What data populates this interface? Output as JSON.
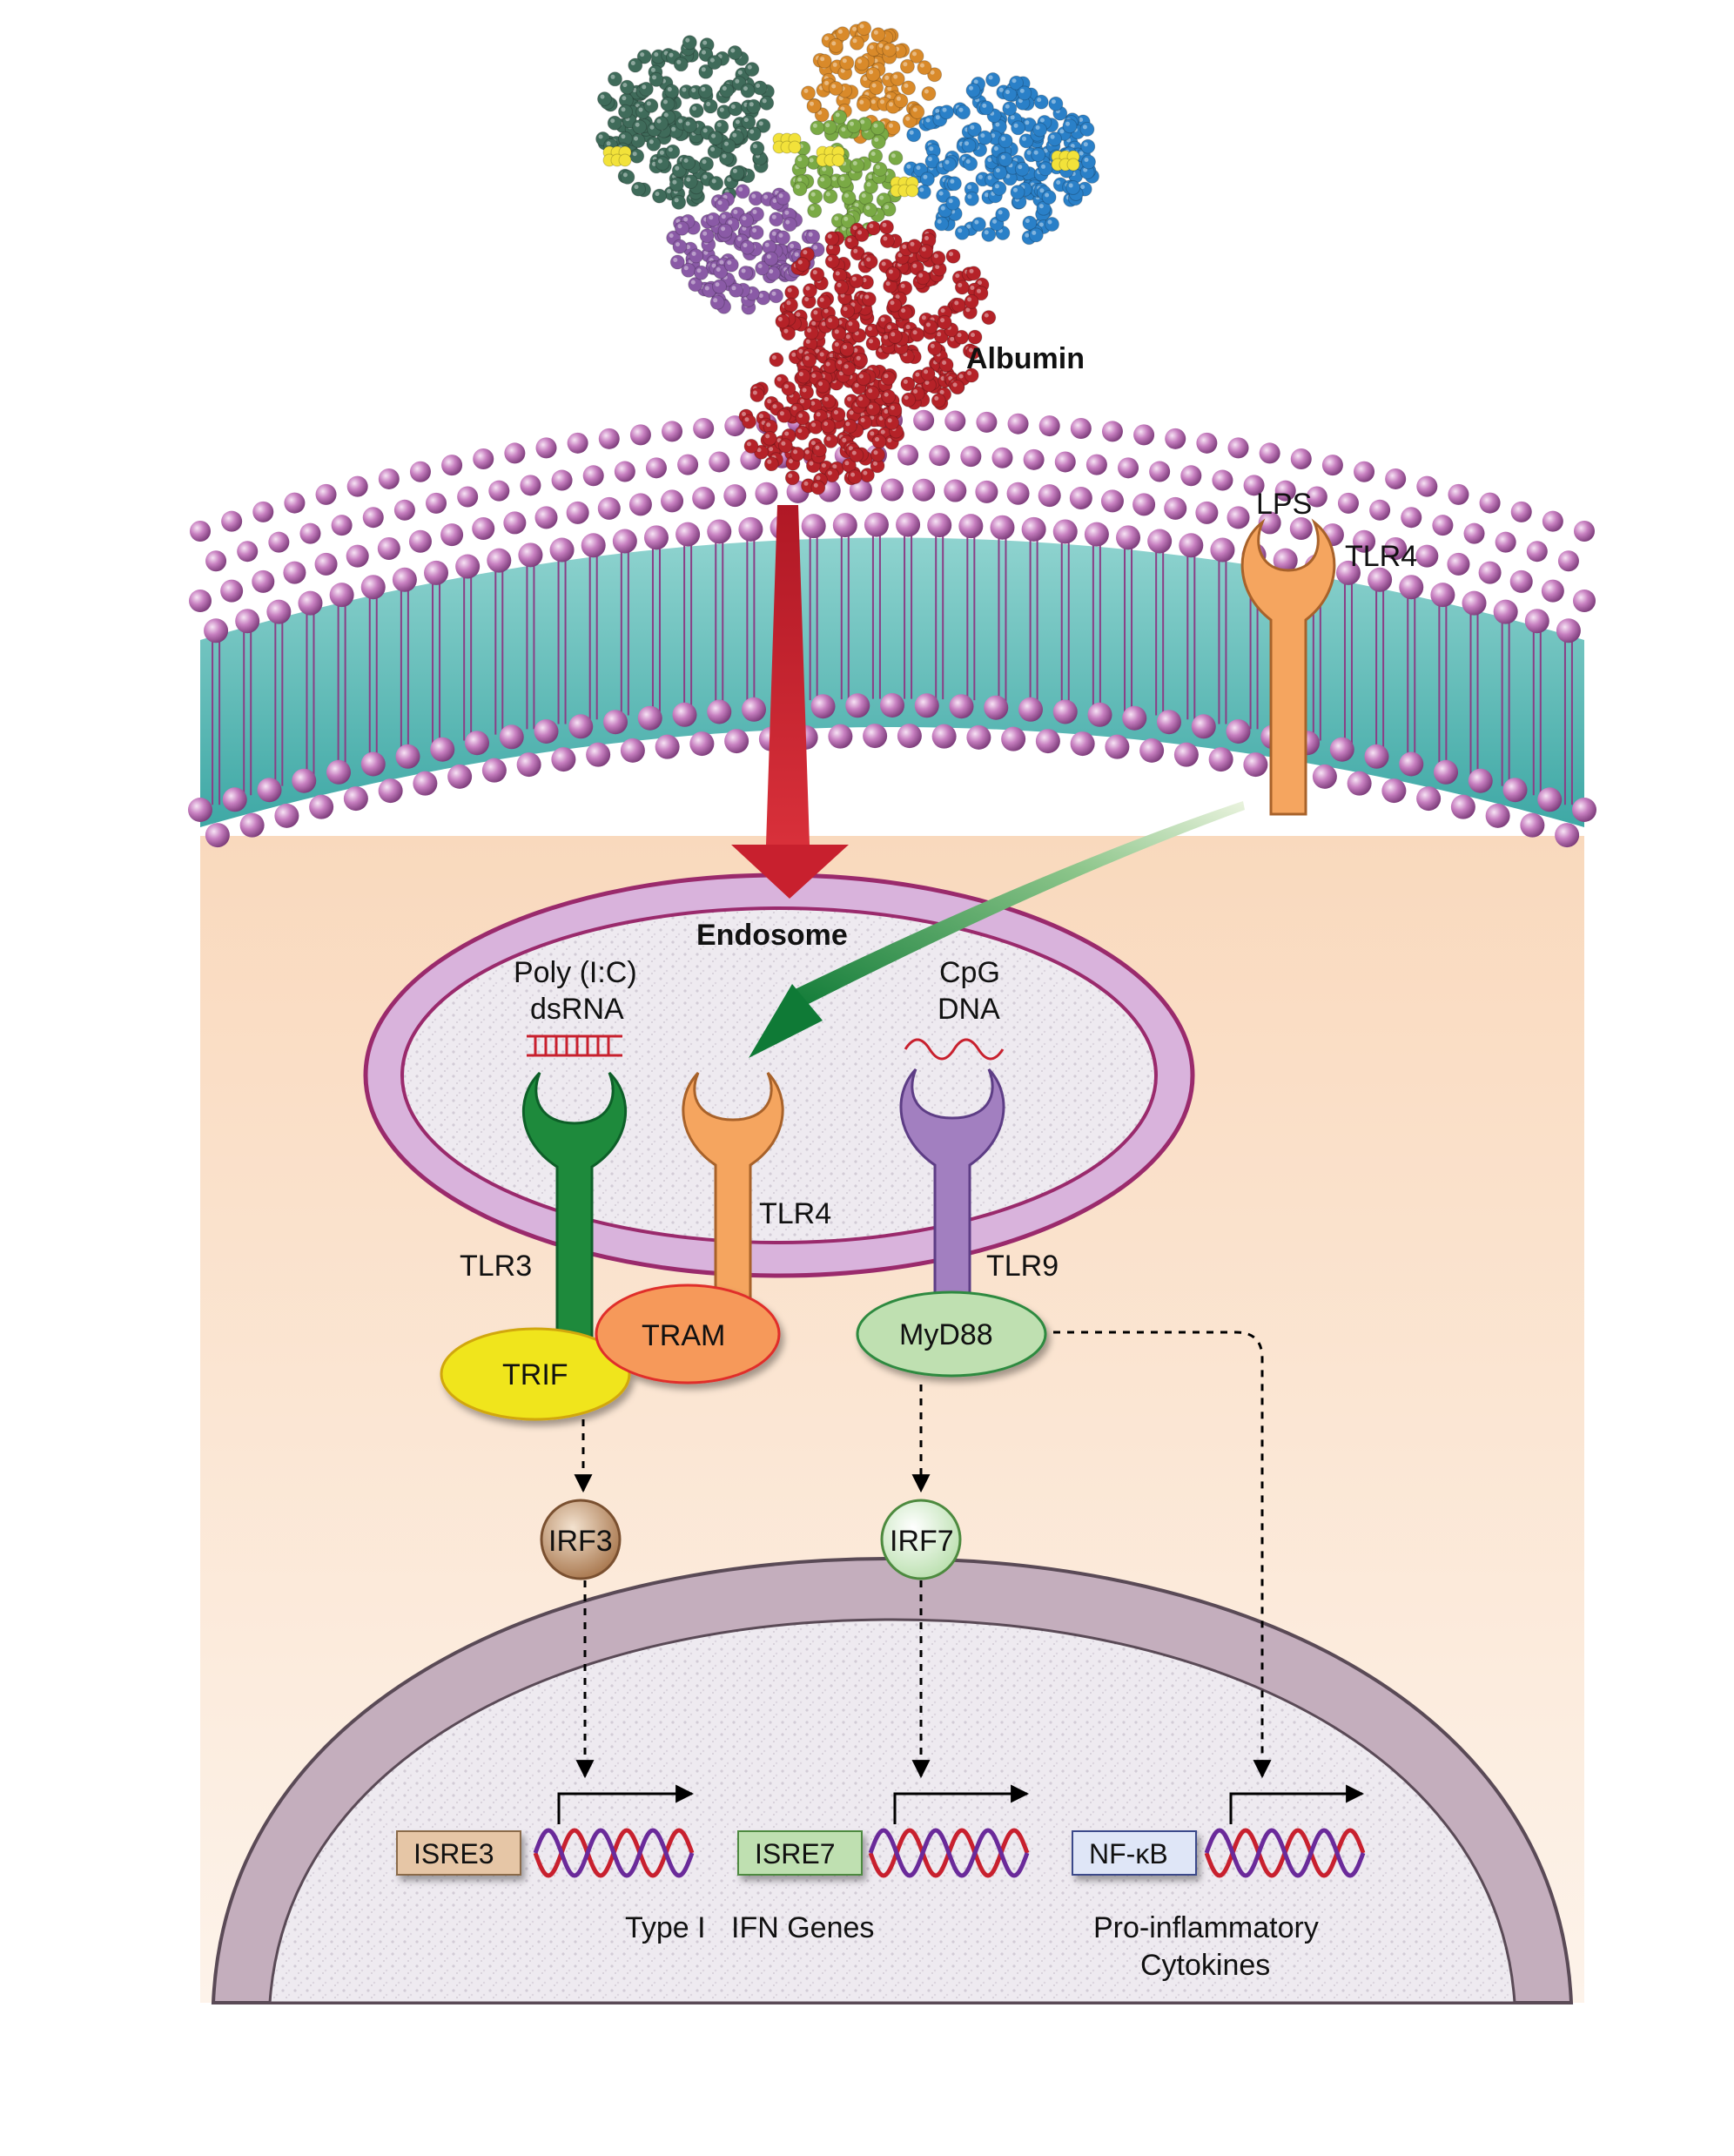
{
  "labels": {
    "albumin": "Albumin",
    "lps": "LPS",
    "tlr4_surface": "TLR4",
    "endosome": "Endosome",
    "poly_ic_line1": "Poly (I:C)",
    "poly_ic_line2": "dsRNA",
    "cpg_line1": "CpG",
    "cpg_line2": "DNA",
    "tlr3": "TLR3",
    "tlr4_endo": "TLR4",
    "tlr9": "TLR9",
    "trif": "TRIF",
    "tram": "TRAM",
    "myd88": "MyD88",
    "irf3": "IRF3",
    "irf7": "IRF7",
    "isre3": "ISRE3",
    "isre7": "ISRE7",
    "nfkb": "NF-κB",
    "type1_ifn_a": "Type I",
    "type1_ifn_b": "IFN Genes",
    "cytokines_line1": "Pro-inflammatory",
    "cytokines_line2": "Cytokines"
  },
  "colors": {
    "lipid_head": "#c77fc0",
    "lipid_core": "#5fc0bf",
    "cytoplasm": "#fbe3cc",
    "endosome_ring": "#d9b3dc",
    "endosome_border": "#9a2a6c",
    "nucleus_ring": "#c4aebd",
    "tlr3": "#1e8a3c",
    "tlr4": "#f5a55f",
    "tlr9": "#a27fc0",
    "trif": "#f0e51c",
    "tram": "#f6995a",
    "myd88": "#bfe0b1",
    "irf3": "#b8875b",
    "irf7": "#dff1d8",
    "isre3": "#e6c6a6",
    "isre7": "#bfe0b1",
    "nfkb": "#dfe6f7",
    "albumin_arrow": "#c8202e",
    "lps_arrow": "#1e8a3c"
  },
  "icons": {
    "albumin": "albumin-protein-structure-icon",
    "dsrna": "dsrna-ladder-icon",
    "cpg_dna": "dna-wave-icon",
    "gene": "double-helix-icon"
  }
}
